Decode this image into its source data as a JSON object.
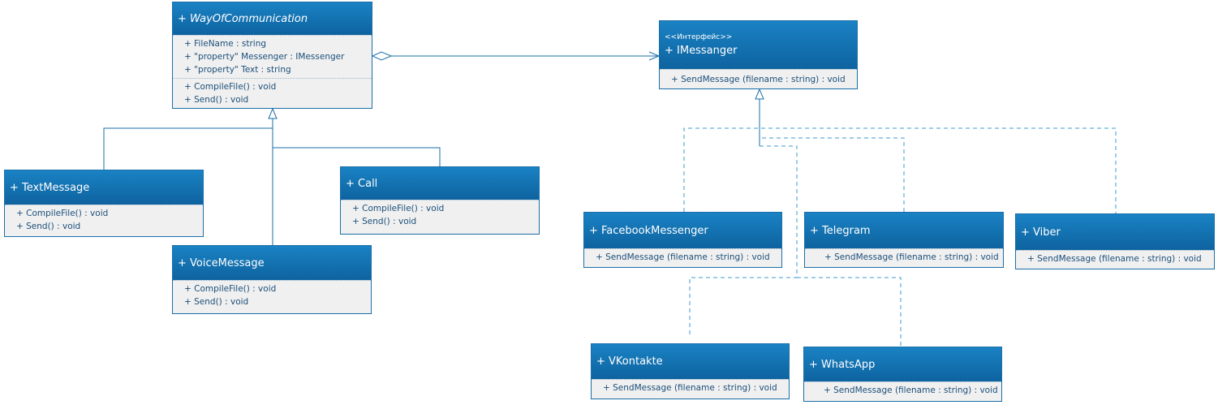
{
  "colors": {
    "header": "#1276b8",
    "border": "#1a6fa8",
    "body": "#f0f0f0",
    "text": "#1b4f7a"
  },
  "classes": {
    "way": {
      "name": "+ WayOfCommunication",
      "abstract": true,
      "attributes": [
        "+ FileName : string",
        "+ \"property\" Messenger : IMessenger",
        "+ \"property\" Text : string"
      ],
      "operations": [
        "+ CompileFile() : void",
        "+ Send() : void"
      ]
    },
    "imessenger": {
      "stereotype": "<<Интерфейс>>",
      "name": "+ IMessanger",
      "operations": [
        "+ SendMessage (filename : string) : void"
      ]
    },
    "text": {
      "name": "+ TextMessage",
      "operations": [
        "+ CompileFile() : void",
        "+ Send() : void"
      ]
    },
    "voice": {
      "name": "+ VoiceMessage",
      "operations": [
        "+ CompileFile() : void",
        "+ Send() : void"
      ]
    },
    "call": {
      "name": "+ Call",
      "operations": [
        "+ CompileFile() : void",
        "+ Send() : void"
      ]
    },
    "facebook": {
      "name": "+ FacebookMessenger",
      "operations": [
        "+ SendMessage (filename : string) : void"
      ]
    },
    "telegram": {
      "name": "+ Telegram",
      "operations": [
        "+ SendMessage (filename : string) : void"
      ]
    },
    "viber": {
      "name": "+ Viber",
      "operations": [
        "+ SendMessage (filename : string) : void"
      ]
    },
    "vkontakte": {
      "name": "+ VKontakte",
      "operations": [
        "+ SendMessage (filename : string) : void"
      ]
    },
    "whatsapp": {
      "name": "+ WhatsApp",
      "operations": [
        "+ SendMessage (filename : string) : void"
      ]
    }
  }
}
